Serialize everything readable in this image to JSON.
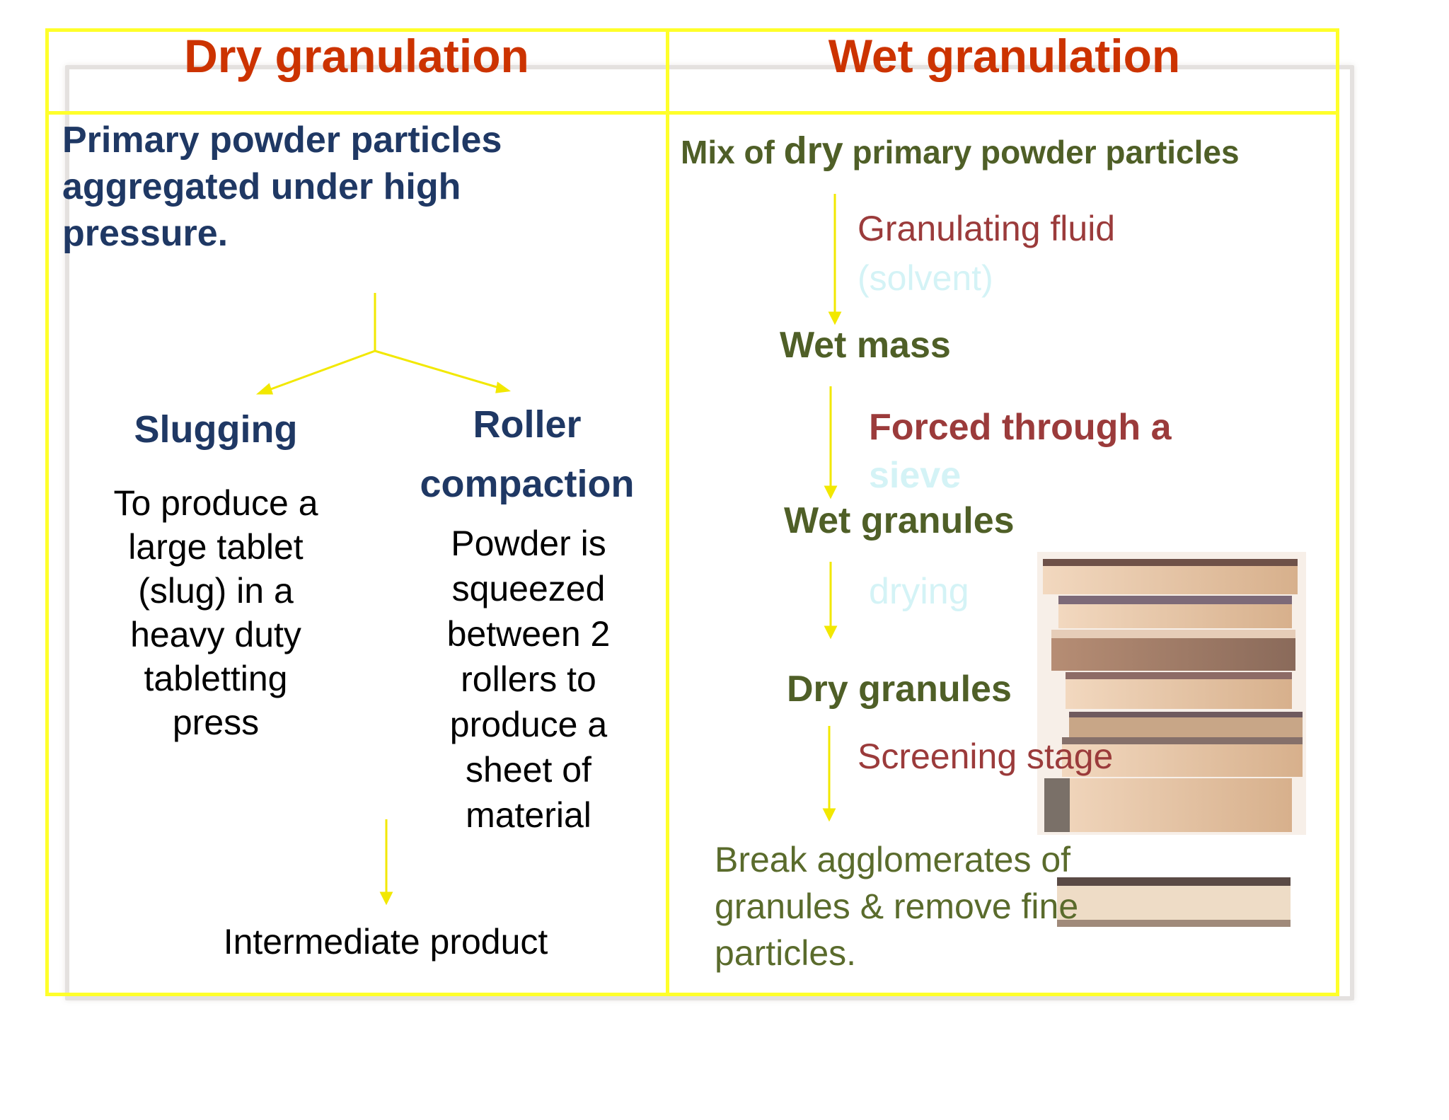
{
  "headers": {
    "left": "Dry granulation",
    "right": "Wet granulation"
  },
  "dry": {
    "intro_lines": [
      "Primary powder particles",
      "aggregated under high",
      "pressure."
    ],
    "slugging": {
      "title": "Slugging",
      "desc_lines": [
        "To produce a",
        "large tablet",
        "(slug) in a",
        "heavy duty",
        "tabletting",
        "press"
      ]
    },
    "roller": {
      "title_lines": [
        "Roller",
        "compaction"
      ],
      "desc_lines": [
        "Powder is",
        "squeezed",
        "between 2",
        "rollers to",
        "produce a",
        "sheet of",
        "material"
      ]
    },
    "result": "Intermediate product"
  },
  "wet": {
    "start_prefix": "Mix of ",
    "start_emph": "dry",
    "start_suffix": " primary powder particles",
    "step1_lines": [
      "Granulating fluid",
      "(solvent)"
    ],
    "mass": "Wet mass",
    "step2_lines": [
      "Forced through a",
      "sieve"
    ],
    "wet_granules": "Wet granules",
    "step3": "drying",
    "dry_granules": "Dry granules",
    "step4": "Screening stage",
    "final_lines": [
      "Break agglomerates of",
      "granules & remove fine",
      "particles."
    ]
  },
  "colors": {
    "border": "#ffff2a",
    "header": "#cc3300",
    "navy": "#1f3864",
    "olive": "#4f5f27",
    "rose": "#9b3b3b",
    "ghost": "#d4f3f6",
    "arrow_yellow": "#f2e800"
  },
  "icons": {
    "books": "stacked-books-icon"
  }
}
